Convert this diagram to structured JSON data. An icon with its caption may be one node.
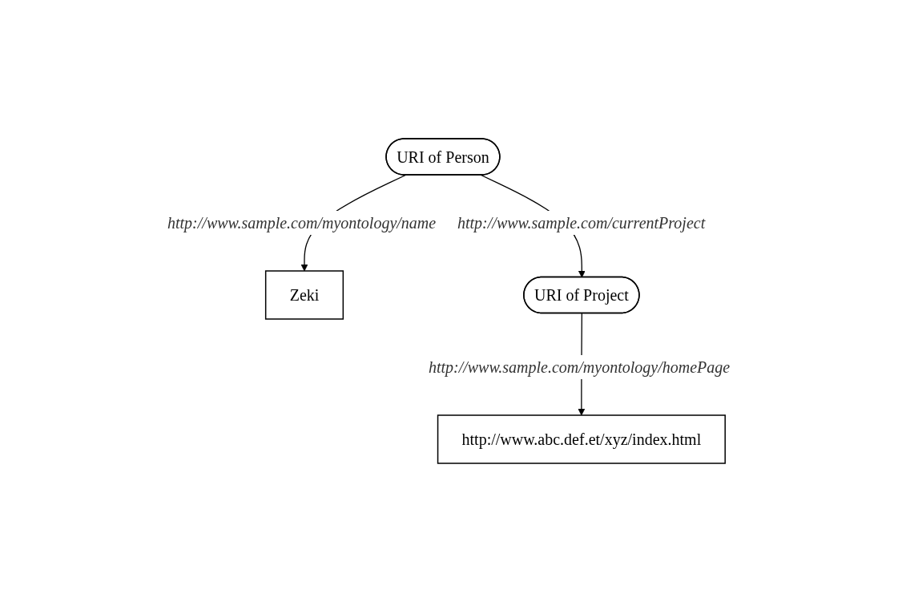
{
  "diagram": {
    "nodes": [
      {
        "text": [
          "URI of Person"
        ]
      },
      {
        "text": [
          "Zeki"
        ]
      },
      {
        "text": [
          "URI of Project"
        ]
      },
      {
        "text": [
          "http://www.abc.def.et/xyz/index.html"
        ]
      }
    ],
    "edges": [
      {
        "from": 0,
        "to": 2,
        "arrow": "to",
        "label": "http://www.sample.com/currentProject"
      },
      {
        "from": 0,
        "to": 1,
        "arrow": "to",
        "label": "http://www.sample.com/myontology/name"
      },
      {
        "from": 2,
        "to": 3,
        "arrow": "to",
        "label": "http://www.sample.com/myontology/homePage"
      }
    ]
  }
}
